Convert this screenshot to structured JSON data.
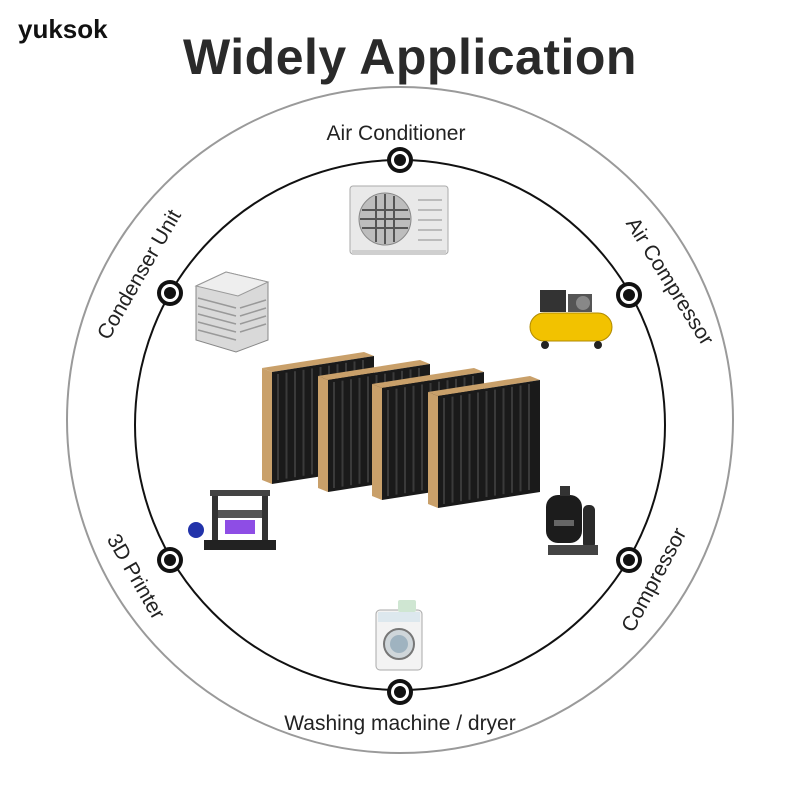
{
  "brand": "yuksok",
  "title": "Widely Application",
  "applications": [
    {
      "label": "Air Conditioner",
      "icon": "air-conditioner-icon"
    },
    {
      "label": "Air Compressor",
      "icon": "air-compressor-icon"
    },
    {
      "label": "Compressor",
      "icon": "compressor-icon"
    },
    {
      "label": "Washing machine / dryer",
      "icon": "washing-machine-icon"
    },
    {
      "label": "3D Printer",
      "icon": "3d-printer-icon"
    },
    {
      "label": "Condenser Unit",
      "icon": "condenser-unit-icon"
    }
  ],
  "colors": {
    "pad_rubber": "#1a1a1a",
    "pad_cork": "#c9a06a",
    "compressor_tank": "#f2c200",
    "printer_light": "#7a2ee0"
  }
}
